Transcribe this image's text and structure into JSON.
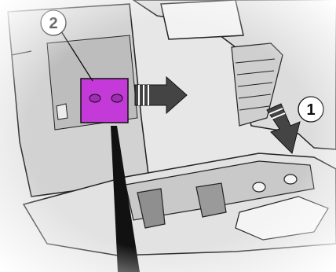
{
  "callouts": [
    {
      "label": "2",
      "target": "release-handle"
    },
    {
      "label": "1",
      "target": "seat-cushion"
    }
  ],
  "colors": {
    "highlight": "#c43ad8",
    "outline": "#111111",
    "shade_light": "#efefef",
    "shade_mid": "#d6d6d6",
    "shade_dark": "#a9a9a9"
  }
}
